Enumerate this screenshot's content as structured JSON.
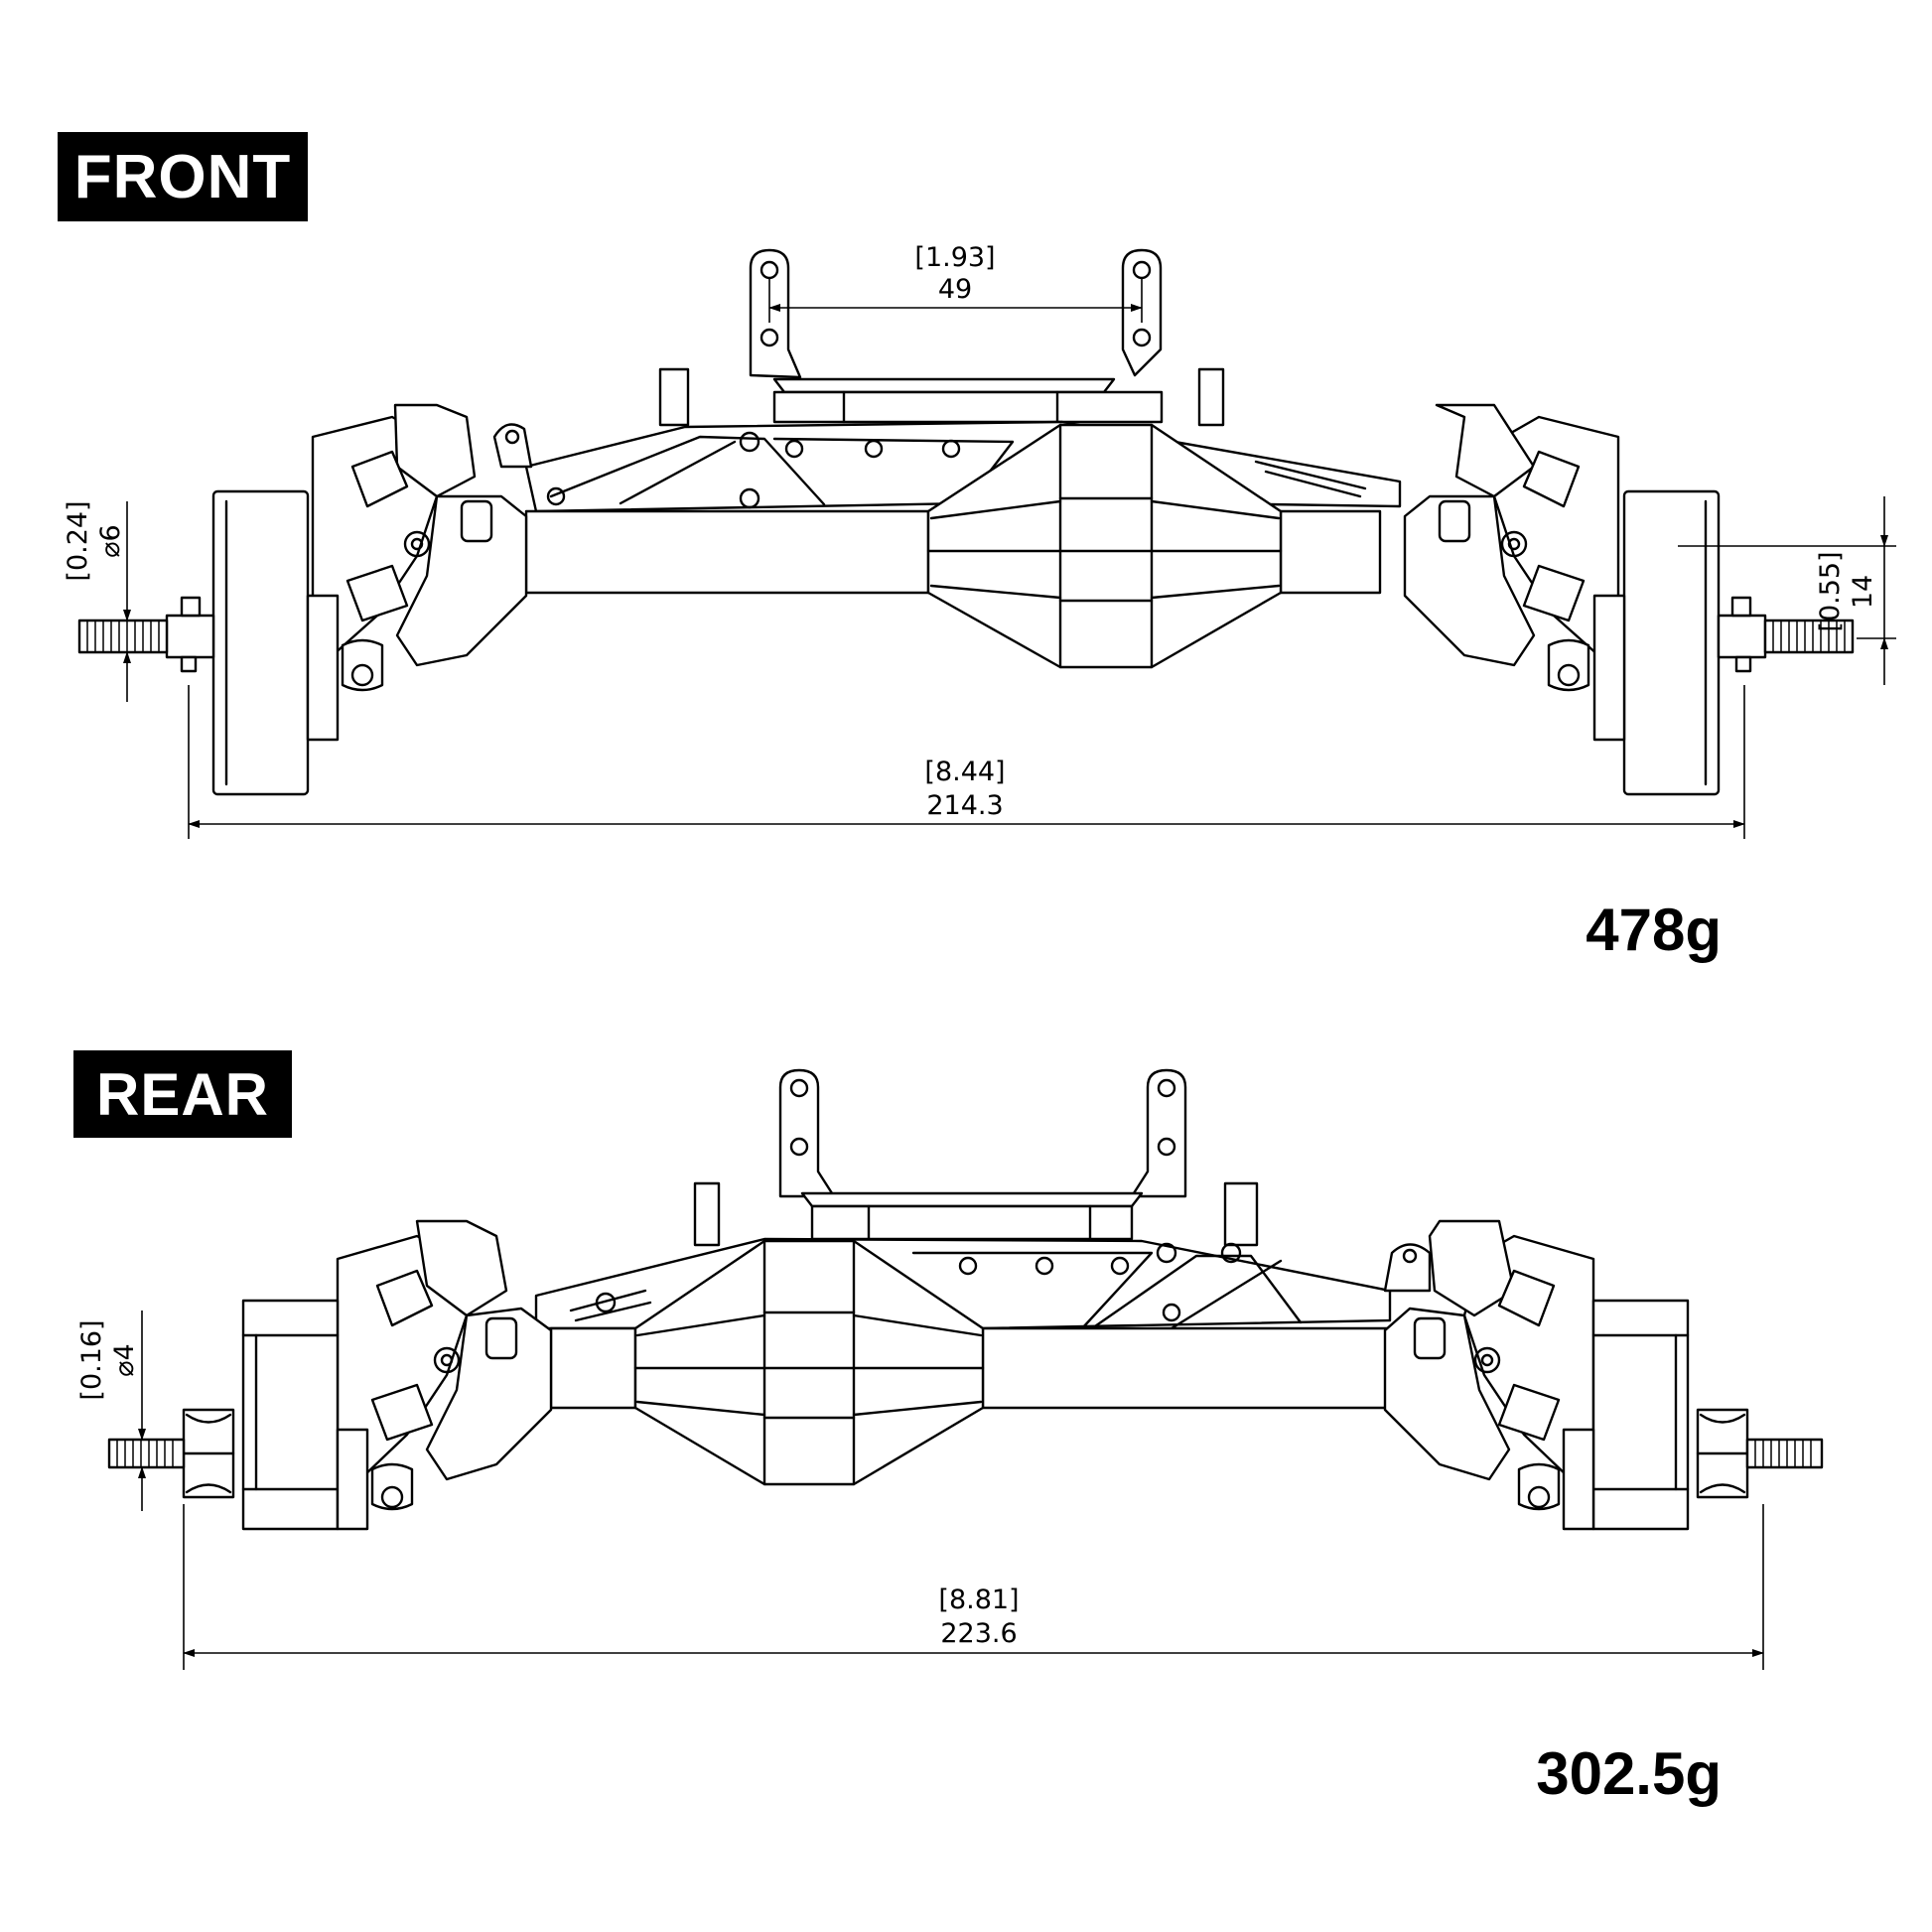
{
  "front": {
    "label": "FRONT",
    "weight": "478g",
    "dims": {
      "mount_spacing_in": "[1.93]",
      "mount_spacing_mm": "49",
      "stub_dia_in": "[0.24]",
      "stub_dia_mm": "⌀6",
      "hub_offset_in": "[0.55]",
      "hub_offset_mm": "14",
      "width_in": "[8.44]",
      "width_mm": "214.3"
    }
  },
  "rear": {
    "label": "REAR",
    "weight": "302.5g",
    "dims": {
      "stub_dia_in": "[0.16]",
      "stub_dia_mm": "⌀4",
      "width_in": "[8.81]",
      "width_mm": "223.6"
    }
  }
}
